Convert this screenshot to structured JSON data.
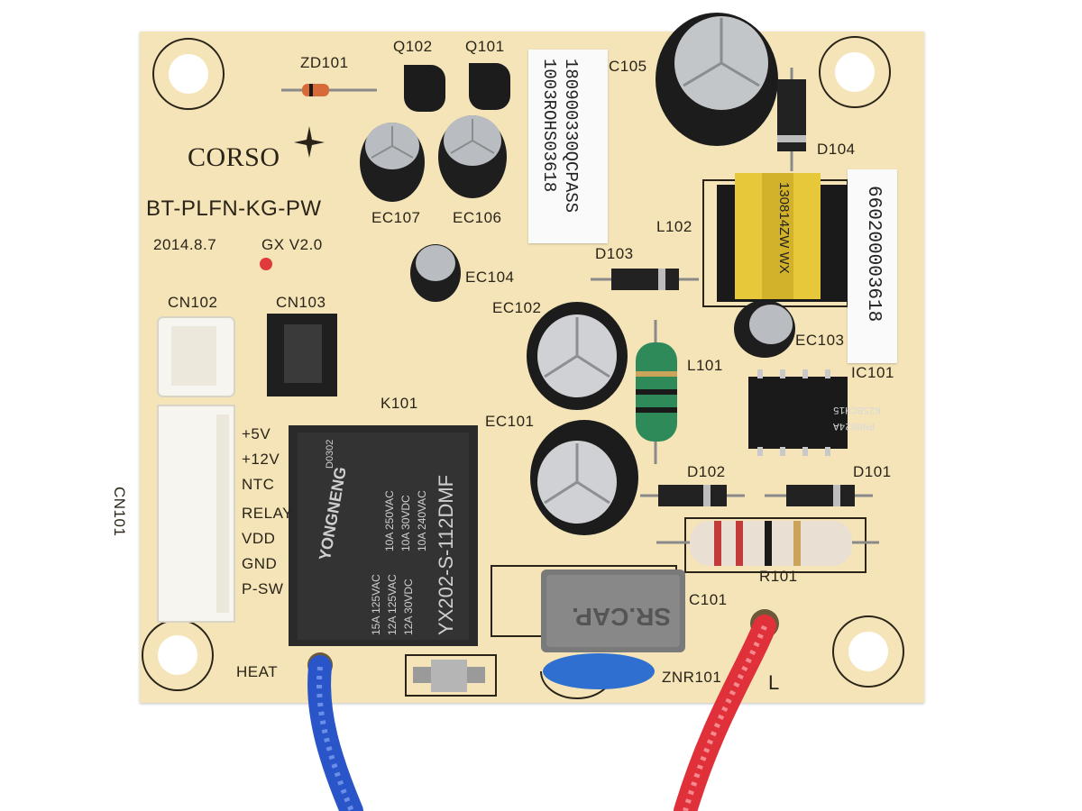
{
  "board": {
    "brand": "CORSO",
    "model": "BT-PLFN-KG-PW",
    "date": "2014.8.7",
    "version": "GX V2.0"
  },
  "components": {
    "zd101": "ZD101",
    "q102": "Q102",
    "q101": "Q101",
    "c105": "C105",
    "ec107": "EC107",
    "ec106": "EC106",
    "d104": "D104",
    "l102": "L102",
    "d103": "D103",
    "ec104": "EC104",
    "cn102": "CN102",
    "cn103": "CN103",
    "ec102": "EC102",
    "ec103": "EC103",
    "ic101": "IC101",
    "l101": "L101",
    "k101": "K101",
    "ec101": "EC101",
    "d102": "D102",
    "d101": "D101",
    "r101": "R101",
    "c101": "C101",
    "znr101": "ZNR101",
    "cn101": "CN101",
    "heat": "HEAT",
    "live": "L"
  },
  "connector_pins": [
    "+5V",
    "+12V",
    "NTC",
    "RELAY",
    "VDD",
    "GND",
    "P-SW"
  ],
  "stickers": {
    "sticker1_line1": "180900330QCPASS",
    "sticker1_line2": "1003ROHS03618",
    "sticker2": "660200003618"
  },
  "parts": {
    "relay_brand": "YONGNENG",
    "relay_model": "YX202-S-112DMF",
    "relay_code": "D0302",
    "relay_rating1": "10A 250VAC",
    "relay_rating2": "10A 30VDC",
    "relay_rating3": "10A 240VAC",
    "relay_rating4": "15A 125VAC",
    "relay_rating5": "12A 125VAC",
    "relay_rating6": "12A 30VDC",
    "ic_line1": "PN8024A",
    "ic_line2": "K25BCH15",
    "capacitor_brand": "SR.CAP.",
    "transformer_text": "130814ZW WX"
  },
  "colors": {
    "pcb": "#f4e4b8",
    "silk": "#2a2418",
    "wire_blue": "#2a55c8",
    "wire_red": "#e0303a"
  }
}
